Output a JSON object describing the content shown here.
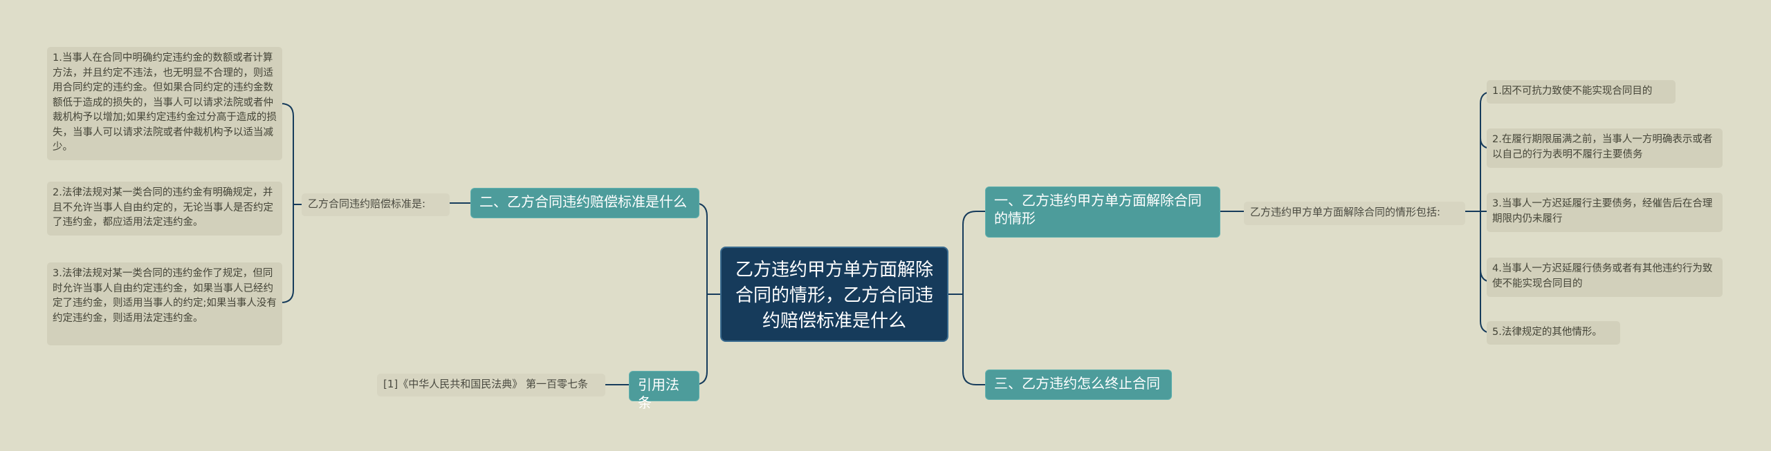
{
  "colors": {
    "background": "#deddc9",
    "root_fill": "#163b5b",
    "branch_fill": "#4d9c9b",
    "leaf_fill": "#d2d0bb",
    "connector": "#163b5b"
  },
  "root": {
    "label": "乙方违约甲方单方面解除合同的情形，乙方合同违约赔偿标准是什么"
  },
  "right": {
    "branch1": {
      "label": "一、乙方违约甲方单方面解除合同的情形",
      "sub": "乙方违约甲方单方面解除合同的情形包括:",
      "items": [
        "1.因不可抗力致使不能实现合同目的",
        "2.在履行期限届满之前，当事人一方明确表示或者以自己的行为表明不履行主要债务",
        "3.当事人一方迟延履行主要债务，经催告后在合理期限内仍未履行",
        "4.当事人一方迟延履行债务或者有其他违约行为致使不能实现合同目的",
        "5.法律规定的其他情形。"
      ]
    },
    "branch3": {
      "label": "三、乙方违约怎么终止合同"
    }
  },
  "left": {
    "branch2": {
      "label": "二、乙方合同违约赔偿标准是什么",
      "sub": "乙方合同违约赔偿标准是:",
      "items": [
        "1.当事人在合同中明确约定违约金的数额或者计算方法，并且约定不违法，也无明显不合理的，则适用合同约定的违约金。但如果合同约定的违约金数额低于造成的损失的，当事人可以请求法院或者仲裁机构予以增加;如果约定违约金过分高于造成的损失，当事人可以请求法院或者仲裁机构予以适当减少。",
        "2.法律法规对某一类合同的违约金有明确规定，并且不允许当事人自由约定的，无论当事人是否约定了违约金，都应适用法定违约金。",
        "3.法律法规对某一类合同的违约金作了规定，但同时允许当事人自由约定违约金，如果当事人已经约定了违约金，则适用当事人的约定;如果当事人没有约定违约金，则适用法定违约金。"
      ]
    },
    "cite": {
      "label": "引用法条",
      "item": "[1]《中华人民共和国民法典》 第一百零七条"
    }
  }
}
